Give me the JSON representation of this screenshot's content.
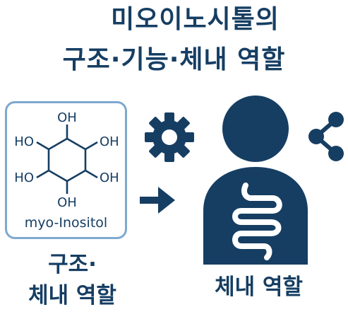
{
  "title": {
    "line1": "미오이노시톨의",
    "line2": "구조·기능·체내 역할"
  },
  "molecule": {
    "name": "myo-Inositol",
    "groups": [
      "OH",
      "HO",
      "OH",
      "HO",
      "OH",
      "OH"
    ]
  },
  "captions": {
    "left_line1": "구조·",
    "left_line2": "체내 역할",
    "right": "체내 역할"
  },
  "icons": [
    "gear-icon",
    "arrow-right-icon",
    "share-icon",
    "person-icon",
    "intestine-icon"
  ],
  "colors": {
    "primary": "#163e63",
    "box_border": "#7ea8cf",
    "background": "#ffffff"
  }
}
